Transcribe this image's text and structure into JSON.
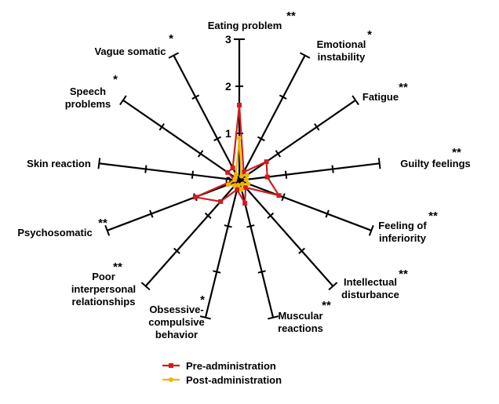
{
  "chart_data": {
    "type": "radar",
    "title": "",
    "rmax": 3,
    "scale_labels": [
      "0",
      "1",
      "2",
      "3"
    ],
    "axes": [
      {
        "label": "Eating problem",
        "sig": "**"
      },
      {
        "label": "Emotional instability",
        "sig": "*"
      },
      {
        "label": "Fatigue",
        "sig": "**"
      },
      {
        "label": "Guilty feelings",
        "sig": "**"
      },
      {
        "label": "Feeling of inferiority",
        "sig": "**"
      },
      {
        "label": "Intellectual disturbance",
        "sig": "**"
      },
      {
        "label": "Muscular reactions",
        "sig": "**"
      },
      {
        "label": "Obsessive-compulsive behavior",
        "sig": "*"
      },
      {
        "label": "Poor interpersonal relationships",
        "sig": "**"
      },
      {
        "label": "Psychosomatic",
        "sig": "**"
      },
      {
        "label": "Skin reaction",
        "sig": ""
      },
      {
        "label": "Speech problems",
        "sig": "*"
      },
      {
        "label": "Vague somatic",
        "sig": "*"
      }
    ],
    "series": [
      {
        "name": "Pre-administration",
        "color": "#cc1f1f",
        "marker": "square",
        "values": [
          1.6,
          0.2,
          0.7,
          0.6,
          0.9,
          0.2,
          0.5,
          0.2,
          0.6,
          1.0,
          0.1,
          0.3,
          0.3
        ]
      },
      {
        "name": "Post-administration",
        "color": "#f0b400",
        "marker": "circle",
        "values": [
          0.9,
          0.1,
          0.2,
          0.15,
          0.2,
          0.1,
          0.2,
          0.1,
          0.15,
          0.25,
          0.1,
          0.1,
          0.15
        ]
      }
    ],
    "legend_position": "bottom"
  }
}
